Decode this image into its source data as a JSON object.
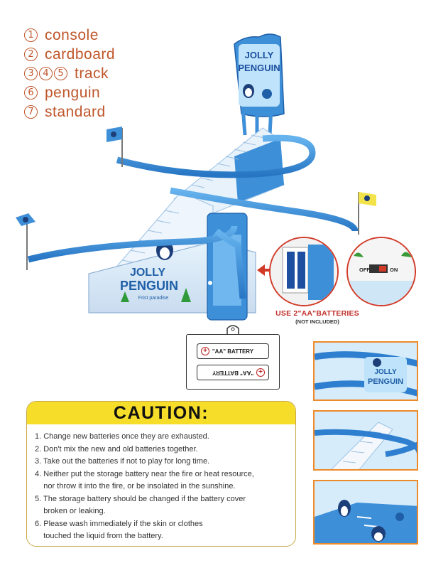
{
  "parts": [
    {
      "numbers": [
        "1"
      ],
      "label": "console"
    },
    {
      "numbers": [
        "2"
      ],
      "label": "cardboard"
    },
    {
      "numbers": [
        "3",
        "4",
        "5"
      ],
      "label": "track"
    },
    {
      "numbers": [
        "6"
      ],
      "label": "penguin"
    },
    {
      "numbers": [
        "7"
      ],
      "label": "standard"
    }
  ],
  "toy": {
    "logo_line1": "JOLLY",
    "logo_line2": "PENGUIN",
    "logo_sub": "Frist paradise",
    "switch_off": "OFF",
    "switch_on": "ON"
  },
  "battery_note": {
    "line1": "USE 2\"AA\"BATTERIES",
    "line2": "(NOT INCLUDED)"
  },
  "battery_box": {
    "slot1": "\"AA\" BATTERY",
    "slot2": "\"AA\" BATTERY"
  },
  "caution": {
    "title": "CAUTION:",
    "items": [
      "1. Change new batteries once they are exhausted.",
      "2. Don't mix the new and old batteries together.",
      "3. Take out the batteries if not to play for long time.",
      "4. Neither put the storage battery near the fire or heat resource,",
      "    nor throw it into the fire, or be insolated in the sunshine.",
      "5. The storage battery should be changed if the battery cover",
      "    broken or leaking.",
      "6. Please wash immediately if the skin or clothes",
      "    touched the liquid from the battery."
    ]
  },
  "colors": {
    "accent_orange": "#c0562b",
    "caution_yellow": "#f6dd2a",
    "track_blue": "#3d8fd8",
    "photo_border": "#ef8a2a"
  }
}
